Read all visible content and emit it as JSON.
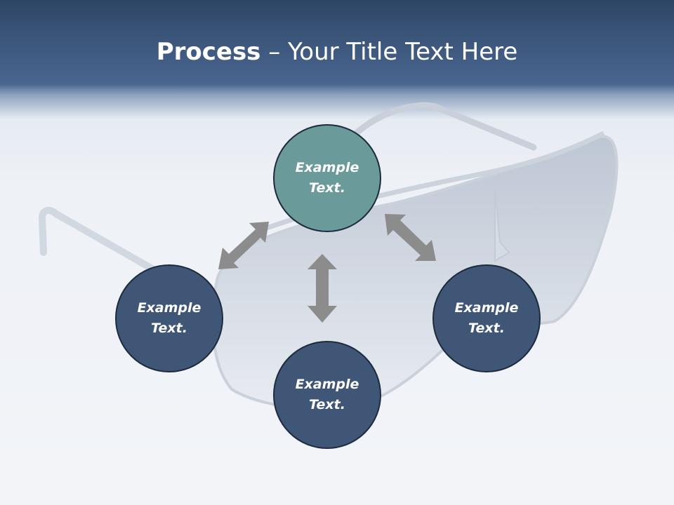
{
  "slide": {
    "title_bold": "Process",
    "title_rest": " – Your Title Text Here"
  },
  "nodes": {
    "top": {
      "label": "Example Text."
    },
    "left": {
      "label": "Example Text."
    },
    "right": {
      "label": "Example Text."
    },
    "bottom": {
      "label": "Example Text."
    }
  },
  "colors": {
    "header": "#3a5478",
    "top_node": "#6a9a9a",
    "node": "#3f5677",
    "arrow": "#8c8c8c"
  },
  "icons": {
    "background": "sunglasses-image",
    "connector": "double-headed-arrow"
  }
}
